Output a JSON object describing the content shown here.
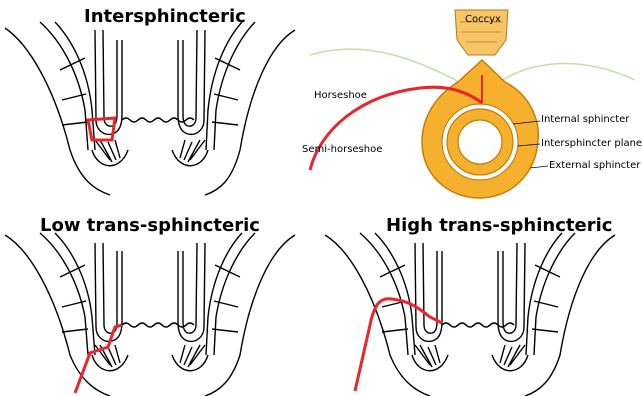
{
  "panels": {
    "intersphincteric": {
      "title": "Intersphincteric"
    },
    "low": {
      "title": "Low trans-sphincteric"
    },
    "high": {
      "title": "High trans-sphincteric"
    }
  },
  "horseshoe_diagram": {
    "coccyx": "Coccyx",
    "labels": {
      "horseshoe": "Horseshoe",
      "semi_horseshoe": "Semi-horseshoe",
      "internal_sphincter": "Internal sphincter",
      "intersphincter_plane": "Intersphincter plane",
      "external_sphincter": "External sphincter"
    }
  },
  "colors": {
    "fistula": "#e8262b",
    "sphincter": "#f5b02e",
    "coccyx": "#f7c566",
    "levator": "#c9dca6",
    "outline": "#000000"
  }
}
